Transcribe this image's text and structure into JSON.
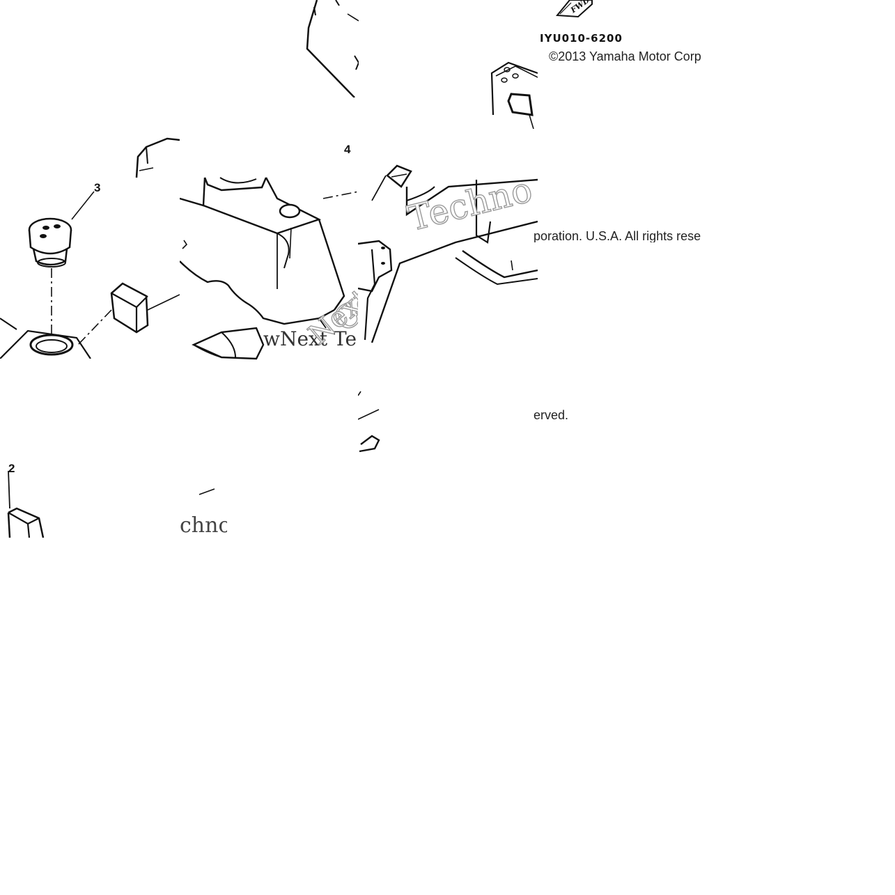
{
  "diagram": {
    "part_number": "IYU010-6200",
    "fwd_label": "FWD",
    "copyright": {
      "line1": "©2013 Yamaha Motor Corp",
      "line2": "poration. U.S.A. All rights rese",
      "line3": "erved."
    },
    "callouts": {
      "c2": "2",
      "c3": "3",
      "c4": "4"
    },
    "watermarks": {
      "w1": "Techno",
      "w2": "wNext Te",
      "w3": "Next",
      "w4": "chno",
      "w5": "Co"
    }
  }
}
